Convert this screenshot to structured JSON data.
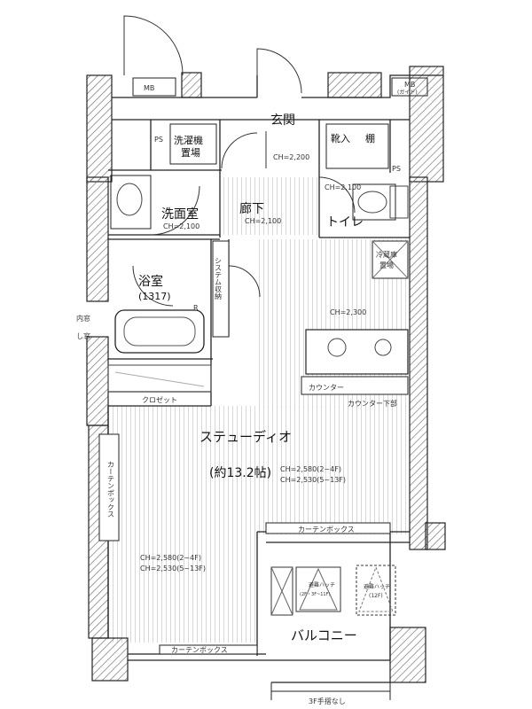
{
  "labels": {
    "mb_left": "MB",
    "mb_right": "MB",
    "mb_right_sub": "(ガイド)",
    "ps_left": "PS",
    "ps_right": "PS",
    "entrance": "玄関",
    "entrance_ch": "CH=2,200",
    "shoe_storage": "靴入",
    "shelf": "棚",
    "washer": "洗濯機",
    "washer_2": "置場",
    "washroom": "洗面室",
    "washroom_ch": "CH=2,100",
    "hallway": "廊下",
    "hallway_ch": "CH=2,100",
    "toilet": "トイレ",
    "toilet_ch": "CH=2,100",
    "bath": "浴室",
    "bath_size": "(1317)",
    "system_storage": "システム収納",
    "fridge": "冷蔵庫",
    "fridge_2": "置場",
    "kitchen_ch": "CH=2,300",
    "counter": "カウンター",
    "counter_below": "カウンター下部",
    "closet": "クロゼット",
    "studio": "ステューディオ",
    "studio_size": "(約13.2帖)",
    "ch_upper_1": "CH=2,580(2~4F)",
    "ch_upper_2": "CH=2,530(5~13F)",
    "curtain_box_left": "カーテンボックス",
    "curtain_box_mid": "カーテンボックス",
    "curtain_box_bottom": "カーテンボックス",
    "ch_lower_1": "CH=2,580(2~4F)",
    "ch_lower_2": "CH=2,530(5~13F)",
    "emergency_hatch": "避難ハッチ",
    "emergency_hatch_sub": "(2F・3F~11F)",
    "evac_hatch": "避難ハッチ",
    "evac_hatch_sub": "(12F)",
    "balcony": "バルコニー",
    "no_railing": "3F手摺なし",
    "inner_window": "内窓",
    "inner_window_2": "し窓",
    "r_mark": "R"
  }
}
